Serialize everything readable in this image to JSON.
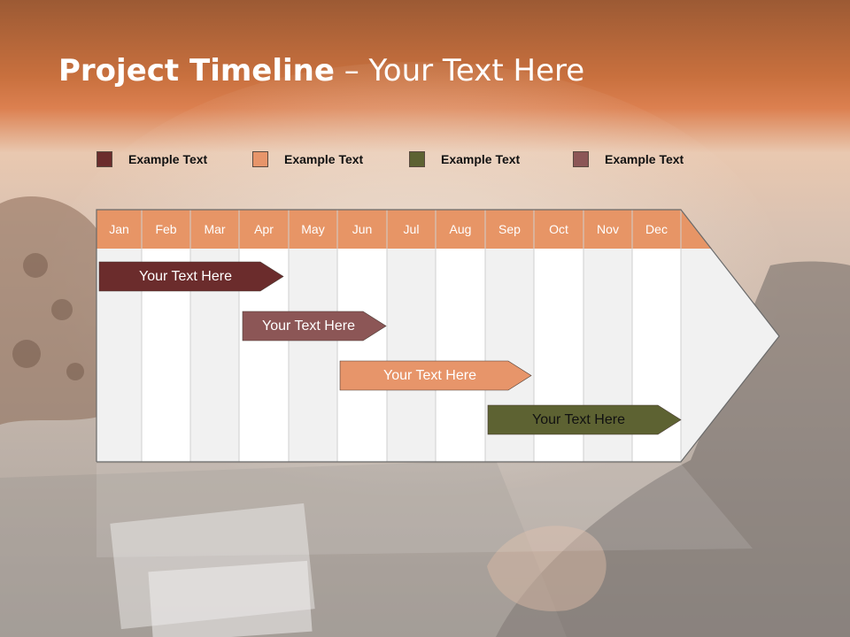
{
  "title": {
    "bold": "Project Timeline",
    "separator": "–",
    "rest": "Your Text Here"
  },
  "colors": {
    "header_band": "#d4743b",
    "month_header": "#e79566",
    "col_white": "#ffffff",
    "col_grey": "#f1f1f1",
    "series": [
      "#6b2c2c",
      "#e7956a",
      "#5d6232",
      "#8c5656"
    ]
  },
  "legend": [
    {
      "label": "Example Text",
      "color": "#6b2c2c"
    },
    {
      "label": "Example Text",
      "color": "#e7956a"
    },
    {
      "label": "Example Text",
      "color": "#5d6232"
    },
    {
      "label": "Example Text",
      "color": "#8c5656"
    }
  ],
  "months": [
    "Jan",
    "Feb",
    "Mar",
    "Apr",
    "May",
    "Jun",
    "Jul",
    "Aug",
    "Sep",
    "Oct",
    "Nov",
    "Dec"
  ],
  "tasks": [
    {
      "label": "Your  Text Here",
      "start_month": "Jan",
      "end_month": "Apr",
      "color": "#6b2c2c"
    },
    {
      "label": "Your  Text Here",
      "start_month": "Apr",
      "end_month": "Jun",
      "color": "#8c5656"
    },
    {
      "label": "Your  Text Here",
      "start_month": "Jun",
      "end_month": "Sep",
      "color": "#e7956a"
    },
    {
      "label": "Your  Text Here",
      "start_month": "Sep",
      "end_month": "Dec",
      "color": "#5d6232"
    }
  ]
}
